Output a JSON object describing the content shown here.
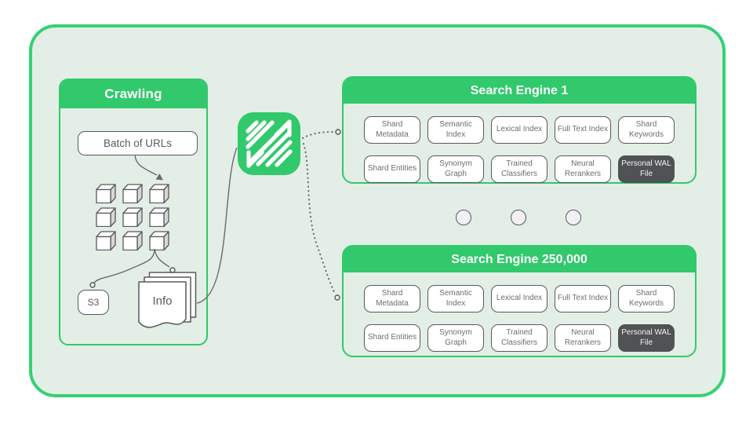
{
  "colors": {
    "green": "#31c96c",
    "frame_border_green": "#34d173",
    "canvas_bg": "#e3eee6",
    "outline_gray": "#58595b",
    "text_gray": "#6d6e70",
    "dark_chip_bg": "#515254",
    "dark_chip_text": "#f2f2f2",
    "box_fill": "#ffffff"
  },
  "crawling": {
    "title": "Crawling",
    "batch_box_label": "Batch of URLs",
    "s3_label": "S3",
    "info_label": "Info",
    "cube_count": 9
  },
  "logo": {
    "icon": "diagonal-stripes-logo"
  },
  "ellipsis": {
    "count": 3
  },
  "engines": [
    {
      "title": "Search Engine 1",
      "row1": [
        "Shard Metadata",
        "Semantic Index",
        "Lexical Index",
        "Full Text Index",
        "Shard Keywords"
      ],
      "row2": [
        "Shard Entities",
        "Synonym Graph",
        "Trained Classifiers",
        "Neural Rerankers",
        "Personal WAL File"
      ]
    },
    {
      "title": "Search Engine 250,000",
      "row1": [
        "Shard Metadata",
        "Semantic Index",
        "Lexical Index",
        "Full Text Index",
        "Shard Keywords"
      ],
      "row2": [
        "Shard Entities",
        "Synonym Graph",
        "Trained Classifiers",
        "Neural Rerankers",
        "Personal WAL File"
      ]
    }
  ]
}
